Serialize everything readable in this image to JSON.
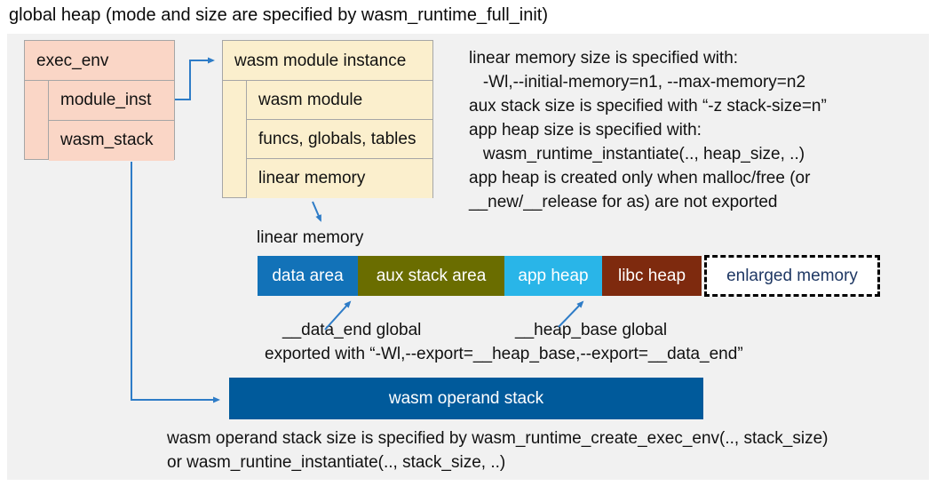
{
  "title": "global heap (mode and size are specified by wasm_runtime_full_init)",
  "exec_env": {
    "header": "exec_env",
    "rows": [
      {
        "label": "module_inst"
      },
      {
        "label": "wasm_stack"
      }
    ]
  },
  "module_instance": {
    "header": "wasm module instance",
    "rows": [
      {
        "label": "wasm module"
      },
      {
        "label": "funcs, globals, tables"
      },
      {
        "label": "linear memory"
      }
    ]
  },
  "notes_right": {
    "lines": [
      "linear memory size is specified with:",
      "   -Wl,--initial-memory=n1, --max-memory=n2",
      "aux stack size is specified with “-z stack-size=n”",
      "app heap size is specified with:",
      "   wasm_runtime_instantiate(.., heap_size, ..)",
      "app heap is created only when malloc/free (or",
      "__new/__release for as) are not exported"
    ]
  },
  "linear_memory": {
    "label": "linear memory",
    "segments": [
      {
        "label": "data area",
        "color": "#1272B8"
      },
      {
        "label": "aux stack area",
        "color": "#6A6D00"
      },
      {
        "label": "app heap",
        "color": "#29B5E8"
      },
      {
        "label": "libc heap",
        "color": "#7E2A0E"
      }
    ],
    "enlarged_segment": {
      "label": "enlarged memory",
      "text_color": "#1F3864"
    }
  },
  "annotations": {
    "data_end": "__data_end global",
    "heap_base": "__heap_base global",
    "exported": "exported with “-Wl,--export=__heap_base,--export=__data_end”"
  },
  "operand_stack": {
    "label": "wasm operand stack",
    "color": "#005A9B",
    "notes": [
      "wasm operand stack size is specified by wasm_runtime_create_exec_env(.., stack_size)",
      "or wasm_runtine_instantiate(.., stack_size, ..)"
    ]
  },
  "colors": {
    "canvas": "#F1F1F1",
    "exec_env_fill": "#FAD6C6",
    "module_instance_fill": "#FBEFCD",
    "box_border": "#A6A6A6",
    "arrow": "#2E7CC7"
  }
}
